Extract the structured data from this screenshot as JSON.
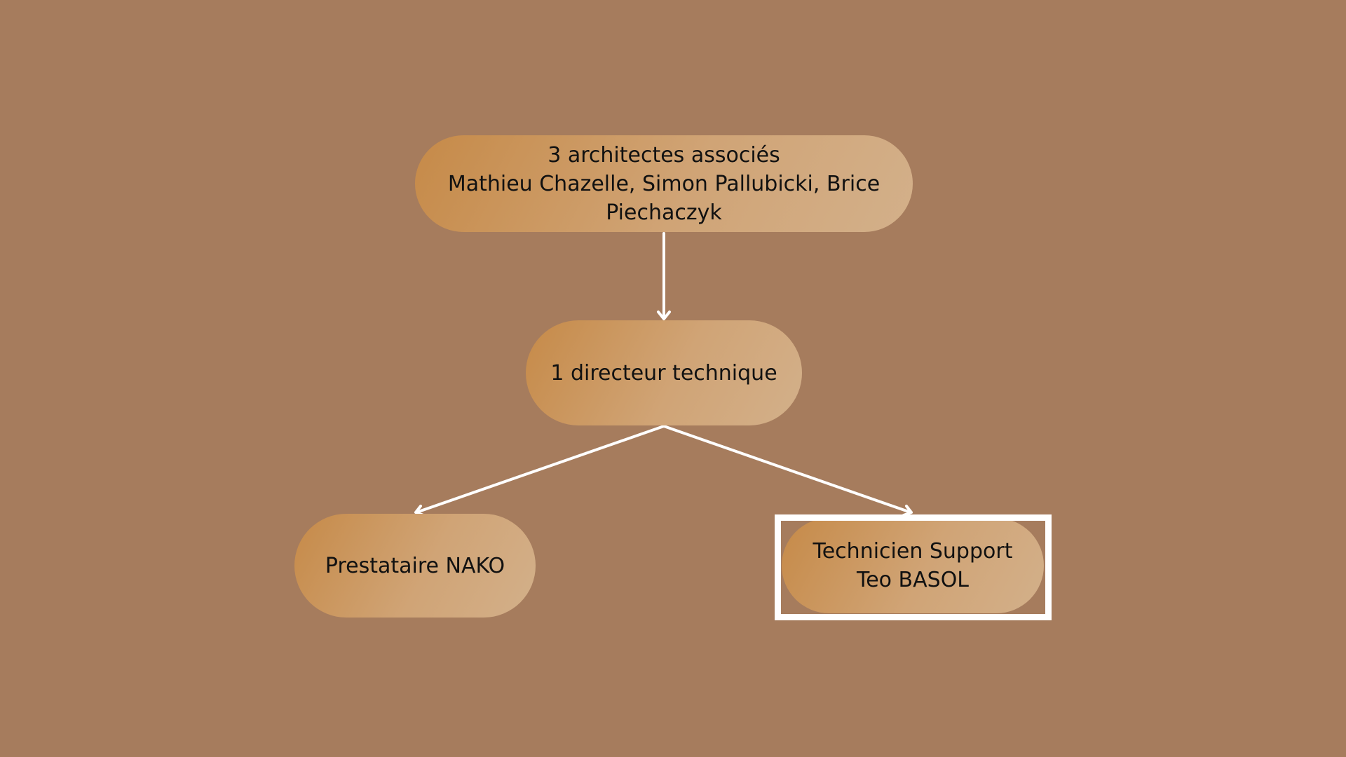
{
  "diagram": {
    "nodes": {
      "top": {
        "line1": "3 architectes associés",
        "line2": "Mathieu Chazelle, Simon Pallubicki, Brice",
        "line3": "Piechaczyk"
      },
      "middle": {
        "line1": "1 directeur technique"
      },
      "left": {
        "line1": "Prestataire NAKO"
      },
      "right": {
        "line1": "Technicien Support",
        "line2": "Teo BASOL"
      }
    },
    "edges": [
      {
        "from": "top",
        "to": "middle"
      },
      {
        "from": "middle",
        "to": "left"
      },
      {
        "from": "middle",
        "to": "right"
      }
    ],
    "highlighted_node": "right"
  },
  "colors": {
    "background": "#a67c5d",
    "node_gradient_start": "#c68a48",
    "node_gradient_end": "#d3b08a",
    "connector": "#ffffff",
    "highlight_border": "#ffffff",
    "text": "#111111"
  }
}
